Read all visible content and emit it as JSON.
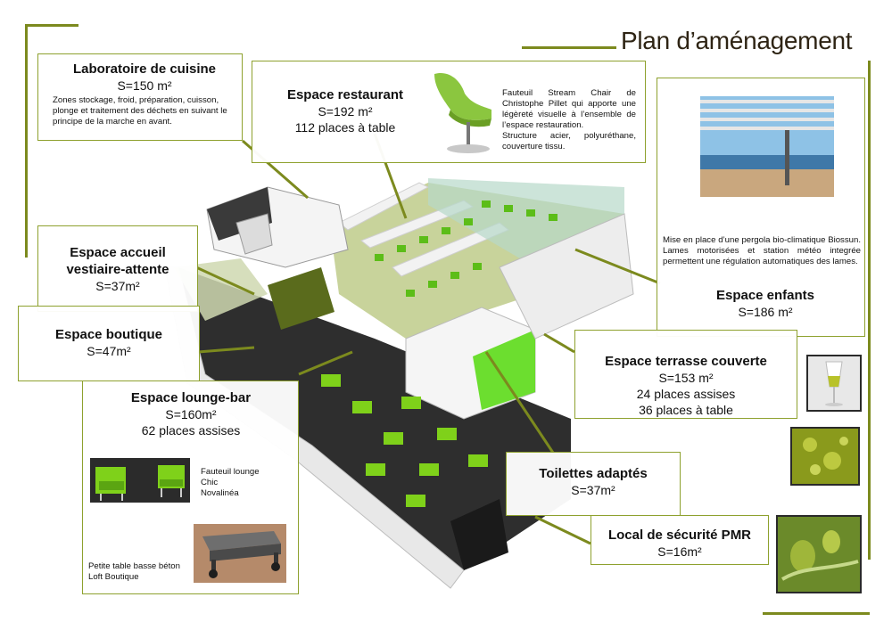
{
  "page": {
    "title": "Plan d’aménagement"
  },
  "zones": {
    "laboratoire": {
      "name": "Laboratoire de cuisine",
      "area": "S=150 m²",
      "desc": "Zones stockage, froid, préparation, cuisson, plonge et traitement des déchets en suivant le principe de la marche en avant."
    },
    "restaurant": {
      "name": "Espace restaurant",
      "area": "S=192 m²",
      "capacity": "112 places à table",
      "desc_1": "Fauteuil Stream Chair de Christophe Pillet qui apporte une légèreté visuelle à l’ensemble de l’espace restauration.",
      "desc_2": "Structure acier, polyuréthane, couverture tissu."
    },
    "accueil": {
      "name_1": "Espace accueil",
      "name_2": "vestiaire-attente",
      "area": "S=37m²"
    },
    "boutique": {
      "name": "Espace boutique",
      "area": "S=47m²"
    },
    "lounge": {
      "name": "Espace lounge-bar",
      "area": "S=160m²",
      "capacity": "62 places assises",
      "item1_l1": "Fauteuil lounge",
      "item1_l2": "Chic",
      "item1_l3": "Novalinéa",
      "item2_l1": "Petite table basse béton",
      "item2_l2": "Loft Boutique"
    },
    "enfants": {
      "name": "Espace enfants",
      "area": "S=186 m²",
      "desc": "Mise en place d’une pergola bio-climatique Biossun. Lames motorisées et station météo integrée permettent une régulation automatiques des lames."
    },
    "terrasse": {
      "name": "Espace terrasse couverte",
      "area": "S=153 m²",
      "capacity_1": "24 places assises",
      "capacity_2": "36 places à table"
    },
    "toilettes": {
      "name": "Toilettes adaptés",
      "area": "S=37m²"
    },
    "securite": {
      "name": "Local de sécurité PMR",
      "area": "S=16m²"
    }
  },
  "colors": {
    "accent": "#8ea12e",
    "deco": "#7c8a1e",
    "green": "#7fd11a",
    "dark": "#2b2b2b"
  }
}
